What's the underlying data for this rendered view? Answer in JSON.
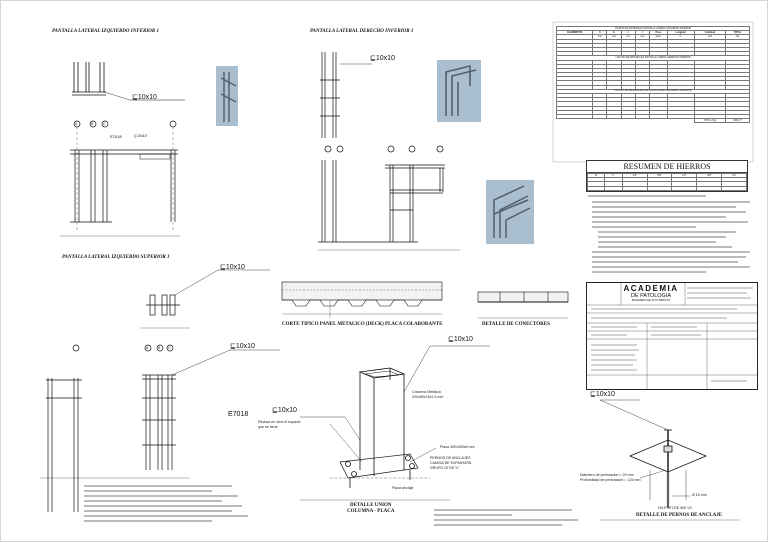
{
  "titles": {
    "t1": "PANTALLA LATERAL IZQUIERDO INFERIOR 1",
    "t2": "PANTALLA LATERAL DERECHO INFERIOR 1",
    "t3": "PANTALLA LATERAL IZQUIERDO SUPERIOR 1",
    "corte": "CORTE TIPICO PANEL METALICO (DECK) PLACA COLABORANTE",
    "conectores": "DETALLE DE CONECTORES",
    "union1": "DETALLE UNION",
    "union2": "COLUMNA - PLACA",
    "pernos": "DETALLE DE PERNOS DE ANCLAJE"
  },
  "labels": {
    "weld": "⊑10x10",
    "e7018": "E7018",
    "columna_metalica": "Columna Metálica",
    "columna_dim": "200x80x15x1.5 mm",
    "placa": "Placa 300x300x6 mm",
    "pernos_l1": "PERNOS DE ANCLAJES",
    "pernos_l2": "CAMISA DE EXPANSIÓN",
    "pernos_l3": "GRUPO 20 DE ¾\"",
    "revisar_l1": "Revisar en obra el espacio",
    "revisar_l2": "que se tiene",
    "placa_anclaje": "Placa anclaje",
    "diametro": "Diámetro de perforación = 20 mm",
    "profundidad": "Profundidad de perforación = 125 mm",
    "phi": "Ø 16 mm",
    "hilti": "HILTI HIT-RE 500 V3",
    "axis_a": "A",
    "axis_b": "B",
    "axis_c": "C"
  },
  "resumen": {
    "title": "RESUMEN DE HIERROS",
    "cols": [
      "Ø",
      "1\"",
      "3/4\"",
      "5/8\"",
      "1/2\"",
      "3/8\"",
      "1/4\""
    ]
  },
  "academia": {
    "name": "ACADEMIA",
    "sub": "DE PATOLOGIA",
    "tag": "INGENIERIA DE ALTO IMPACTO"
  },
  "table": {
    "title1": "LISTADO DE MATERIALES PANTALLA LATERAL IZQUIERDO INFERIOR",
    "title2": "LISTADO DE MATERIALES PANTALLA LATERAL DERECHO INFERIOR",
    "title3": "LISTADO DE MATERIALES PANTALLA LATERAL IZQUIERDO SUPERIOR",
    "headers": [
      "ELEMENTOS",
      "h",
      "b",
      "c",
      "t",
      "Peso",
      "Longitud",
      "Cantidad",
      "TOTAL"
    ],
    "units": [
      "",
      "mm",
      "mm",
      "mm",
      "mm",
      "kg/m",
      "m",
      "Und",
      "Kg"
    ],
    "total_label": "TOTAL (Kg)",
    "total_value": "6664.77"
  }
}
